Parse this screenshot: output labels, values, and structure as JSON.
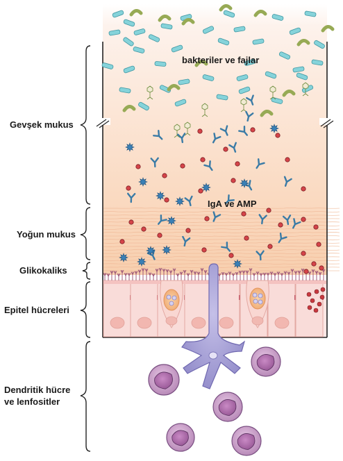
{
  "labels": {
    "gevsek_mukus": "Gevşek mukus",
    "yogun_mukus": "Yoğun mukus",
    "glikokaliks": "Glikokaliks",
    "epitel": "Epitel hücreleri",
    "dendritik_line1": "Dendritik hücre",
    "dendritik_line2": "ve lenfositler",
    "bakteriler": "bakteriler ve fajlar",
    "iga_amp": "IgA ve AMP"
  },
  "colors": {
    "mucus_top": "#fdf1ea",
    "mucus_bottom": "#f9cfae",
    "epithelium": "#f8d6d2",
    "nucleus": "#f2b7b0",
    "bacteria_rod": "#7ecfd6",
    "bacteria_curved": "#a8bd6a",
    "igA": "#3c7fa6",
    "amp_red": "#c8393f",
    "amp_star": "#2f72a8",
    "dendritic": "#a9a4d6",
    "lymphocyte": "#c58cc0"
  }
}
